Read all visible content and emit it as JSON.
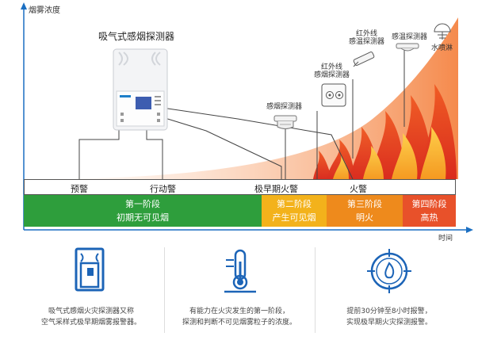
{
  "axis": {
    "y_label": "烟雾浓度",
    "x_label": "时间"
  },
  "devices": {
    "aspirating": "吸气式感烟探测器",
    "smoke": "感烟探测器",
    "ir_smoke_1": "红外线",
    "ir_smoke_2": "感烟探测器",
    "ir_temp_1": "红外线",
    "ir_temp_2": "感温探测器",
    "heat": "感温探测器",
    "sprinkler": "水喷淋"
  },
  "markers": [
    "预警",
    "行动警",
    "极早期火警",
    "火警"
  ],
  "phases": [
    {
      "title": "第一阶段",
      "desc": "初期无可见烟",
      "color": "#2e9e3c"
    },
    {
      "title": "第二阶段",
      "desc": "产生可见烟",
      "color": "#f3b21b"
    },
    {
      "title": "第三阶段",
      "desc": "明火",
      "color": "#ee8a1c"
    },
    {
      "title": "第四阶段",
      "desc": "高热",
      "color": "#e8512a"
    }
  ],
  "features": [
    {
      "icon": "detector-device-icon",
      "line1": "吸气式感烟火灾探测器又称",
      "line2": "空气采样式极早期烟雾报警器。"
    },
    {
      "icon": "thermometer-icon",
      "line1": "有能力在火灾发生的第一阶段，",
      "line2": "探测和判断不可见烟雾粒子的浓度。"
    },
    {
      "icon": "target-flame-icon",
      "line1": "提前30分钟至8小时报警，",
      "line2": "实现极早期火灾探测报警。"
    }
  ],
  "colors": {
    "axis": "#1b6fc2",
    "fire_red": "#e8401f",
    "fire_orange": "#f7a23b",
    "icon_blue": "#1c64b7"
  }
}
